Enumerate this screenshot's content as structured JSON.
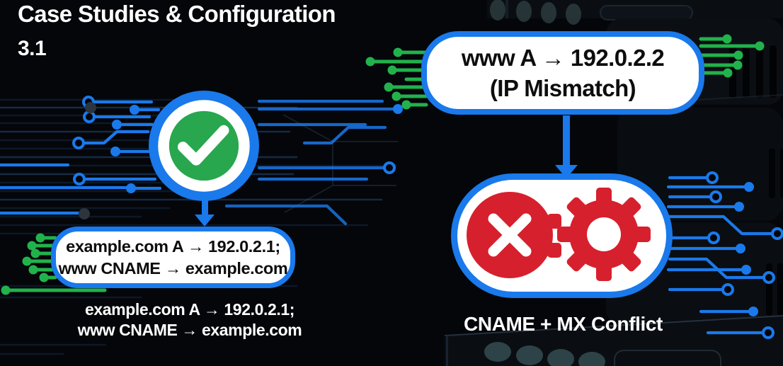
{
  "title": {
    "main": "Case Studies & Configuration",
    "section": "3.1"
  },
  "left_flow": {
    "status": "valid",
    "status_icon": "check-circle-icon",
    "record_box": {
      "line1": "example.com A → 192.0.2.1;",
      "line2": "www CNAME → example.com"
    },
    "caption": {
      "line1": "example.com A → 192.0.2.1;",
      "line2": "www CNAME → example.com"
    }
  },
  "right_flow": {
    "status": "error",
    "status_icons": [
      "x-circle-icon",
      "gear-icon"
    ],
    "record_box": {
      "line1": "www A → 192.0.2.2",
      "line2": "(IP Mismatch)"
    },
    "caption": "CNAME + MX Conflict"
  },
  "colors": {
    "background": "#04060a",
    "accent_blue": "#1a79eb",
    "success_green": "#28a74e",
    "trace_green": "#22b24c",
    "error_red": "#d7202d",
    "box_fill": "#ffffff",
    "box_text": "#0d0d0d",
    "caption_text": "#ffffff"
  }
}
